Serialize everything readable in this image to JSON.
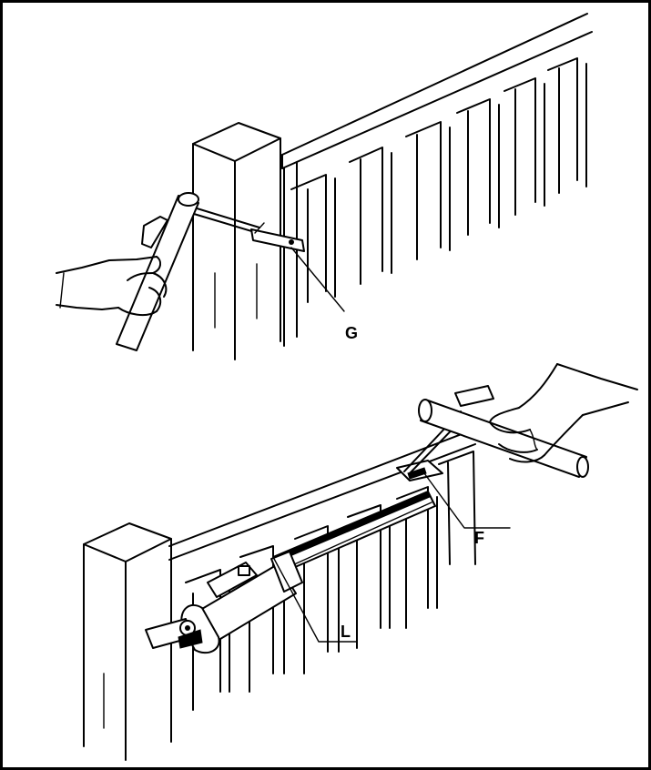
{
  "figure": {
    "labels": {
      "g": "G",
      "f": "F",
      "l": "L"
    },
    "colors": {
      "line": "#000000",
      "background": "#ffffff"
    }
  }
}
